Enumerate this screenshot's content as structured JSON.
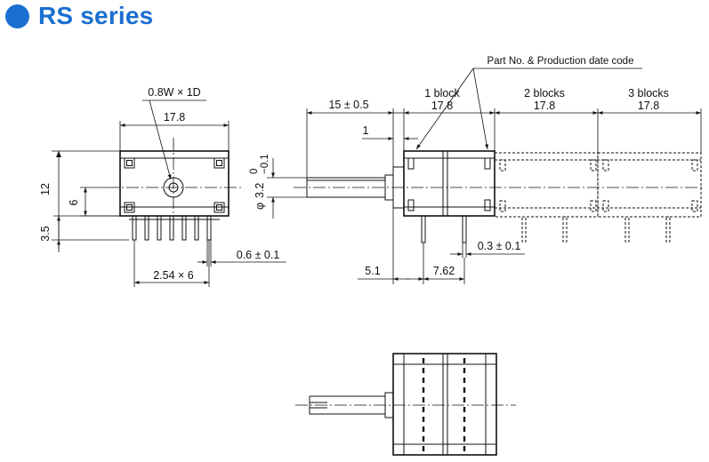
{
  "header": {
    "title": "RS series",
    "bullet_color": "#1a6fd0"
  },
  "front_view": {
    "rating_label": "0.8W × 1D",
    "width_label": "17.8",
    "height_label": "12",
    "shaft_height_label": "6",
    "pin_length_label": "3.5",
    "pitch_label": "2.54 × 6",
    "pin_width_label": "0.6 ± 0.1"
  },
  "side_view": {
    "part_no_label": "Part No. & Production date code",
    "shaft_length_label": "15 ± 0.5",
    "flat_label": "1",
    "block1_title": "1  block",
    "block1_value": "17.8",
    "block2_title": "2 blocks",
    "block2_value": "17.8",
    "block3_title": "3 blocks",
    "block3_value": "17.8",
    "shaft_dia_symbol": "φ",
    "shaft_dia_value": "3.2",
    "shaft_dia_tol_upper": "0",
    "shaft_dia_tol_lower": "−0.1",
    "pin_thickness_label": "0.3 ± 0.1",
    "offset_label": "5.1",
    "pin_pitch_label": "7.62"
  }
}
